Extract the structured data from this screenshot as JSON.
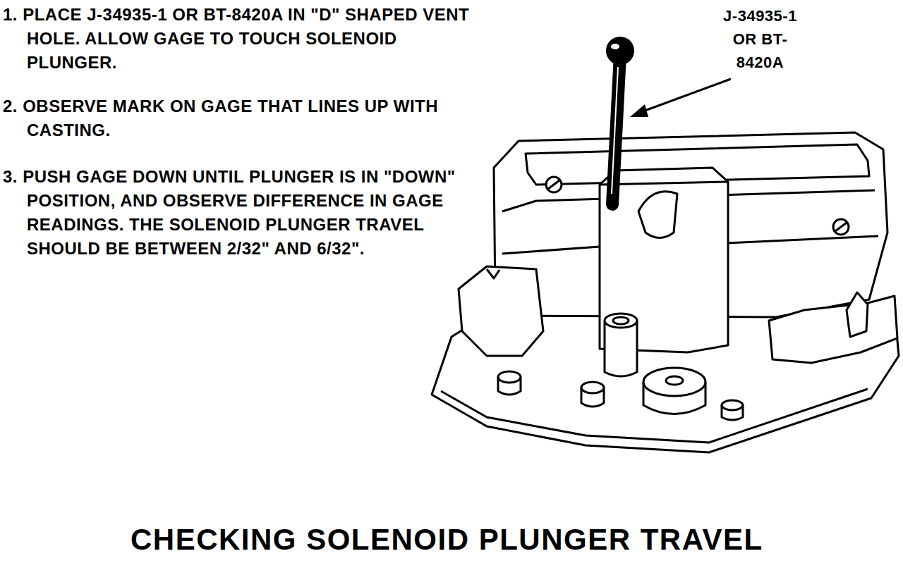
{
  "diagram": {
    "caption": "CHECKING SOLENOID PLUNGER TRAVEL",
    "labels": [
      "1. PLACE J-34935-1 OR BT-8420A IN \"D\" SHAPED VENT HOLE. ALLOW GAGE TO TOUCH SOLENOID PLUNGER.",
      "2. OBSERVE MARK ON GAGE THAT LINES UP WITH CASTING.",
      "3. PUSH GAGE DOWN UNTIL PLUNGER IS IN \"DOWN\" POSITION, AND OBSERVE DIFFERENCE IN GAGE READINGS. THE SOLENOID PLUNGER TRAVEL SHOULD BE BETWEEN 2/32\" AND 6/32\".",
      "J-34935-1 OR BT-8420A"
    ]
  }
}
